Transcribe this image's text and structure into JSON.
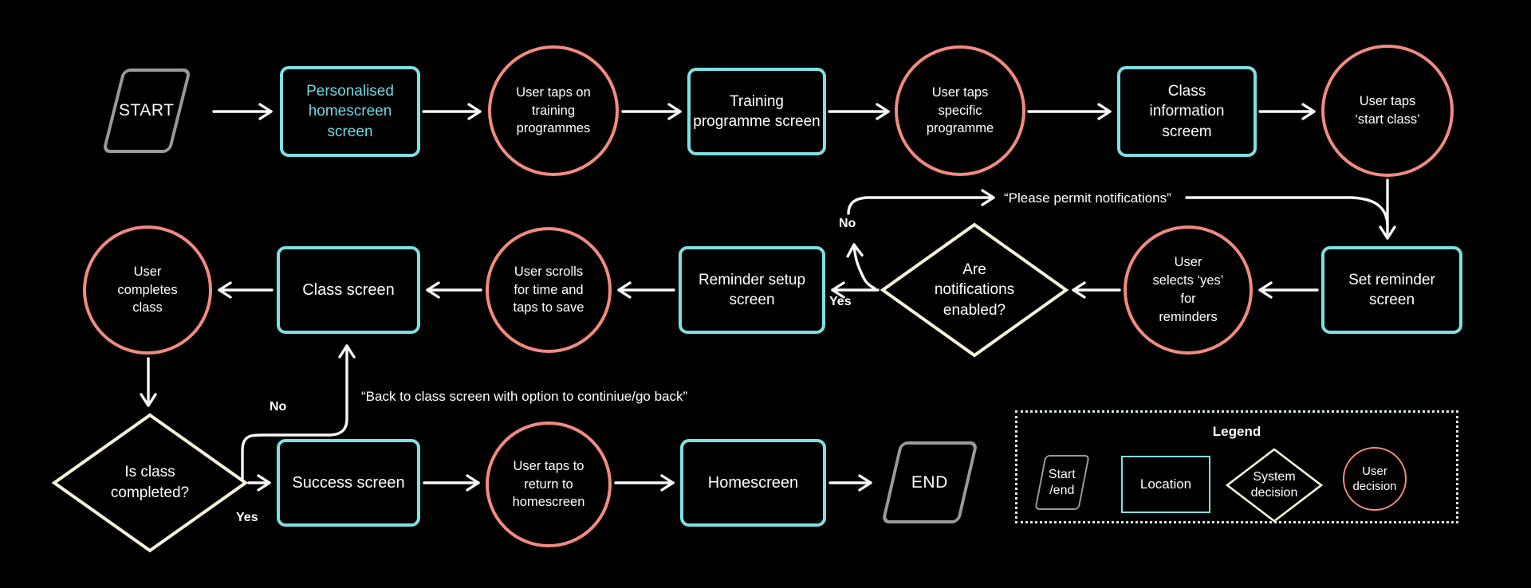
{
  "background": "#000000",
  "colors": {
    "location_border": "#7FE0E2",
    "location_highlight_text": "#74D8DD",
    "user_decision_border": "#F18B80",
    "system_decision_border": "#F6F2DA",
    "start_end_border": "#9A9A9A",
    "connector": "#F8F8F8",
    "text": "#FFFFFF"
  },
  "nodes": {
    "start": "START",
    "personalised_homescreen": "Personalised\nhomescreen\nscreen",
    "taps_training": "User taps on\ntraining\nprogrammes",
    "training_programme": "Training\nprogramme screen",
    "taps_specific": "User taps\nspecific\nprogramme",
    "class_information": "Class\ninformation\nscreem",
    "taps_start_class": "User taps\n‘start class’",
    "set_reminder": "Set reminder\nscreen",
    "selects_yes": "User\nselects ‘yes’\nfor\nreminders",
    "notifications_enabled": "Are\nnotifications\nenabled?",
    "reminder_setup": "Reminder setup\nscreen",
    "scrolls_time": "User scrolls\nfor time and\ntaps to save",
    "class_screen": "Class screen",
    "completes_class": "User\ncompletes\nclass",
    "is_class_completed": "Is class\ncompleted?",
    "success_screen": "Success screen",
    "taps_return": "User taps to\nreturn to\nhomescreen",
    "homescreen": "Homescreen",
    "end": "END"
  },
  "edge_labels": {
    "notifications_no": "No",
    "notifications_yes": "Yes",
    "permit_notifications": "“Please permit notifications”",
    "completed_no": "No",
    "completed_yes": "Yes",
    "back_to_class": "“Back to class screen with option to continiue/go back”"
  },
  "legend": {
    "title": "Legend",
    "items": [
      {
        "shape": "parallelogram",
        "label": "Start\n/end"
      },
      {
        "shape": "rectangle",
        "label": "Location"
      },
      {
        "shape": "diamond",
        "label": "System\ndecision"
      },
      {
        "shape": "circle",
        "label": "User\ndecision"
      }
    ]
  }
}
